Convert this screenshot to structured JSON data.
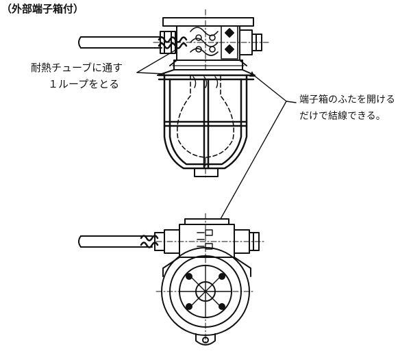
{
  "title": "（外部端子箱付）",
  "annotations": {
    "heat_tube_line1": "耐熱チューブに通す",
    "heat_tube_line2": "１ループをとる",
    "terminal_box_line1": "端子箱のふたを開ける",
    "terminal_box_line2": "だけで結線できる。"
  },
  "colors": {
    "ink": "#111111",
    "background": "#ffffff"
  }
}
